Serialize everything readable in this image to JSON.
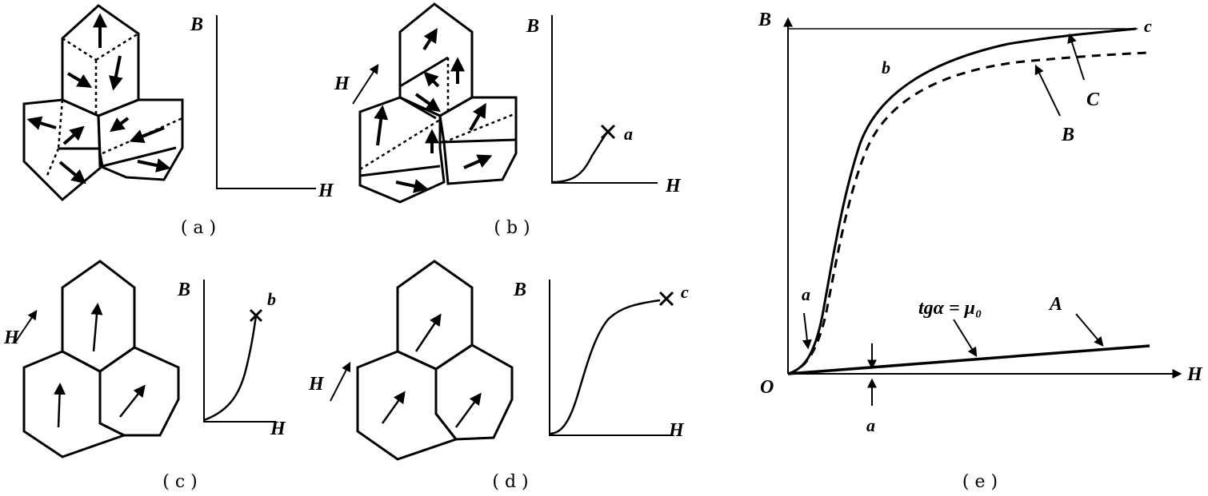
{
  "captions": {
    "a": "( a )",
    "b": "( b )",
    "c": "( c )",
    "d": "( d )",
    "e": "( e )"
  },
  "axis": {
    "B": "B",
    "H": "H"
  },
  "field": "H",
  "points": {
    "a": "a",
    "b": "b",
    "c": "c"
  },
  "panel_e": {
    "origin": "O",
    "curve_labels": {
      "A": "A",
      "B": "B",
      "C": "C"
    },
    "tangent_eq": "tgα = μ₀",
    "a_lower": "a"
  }
}
